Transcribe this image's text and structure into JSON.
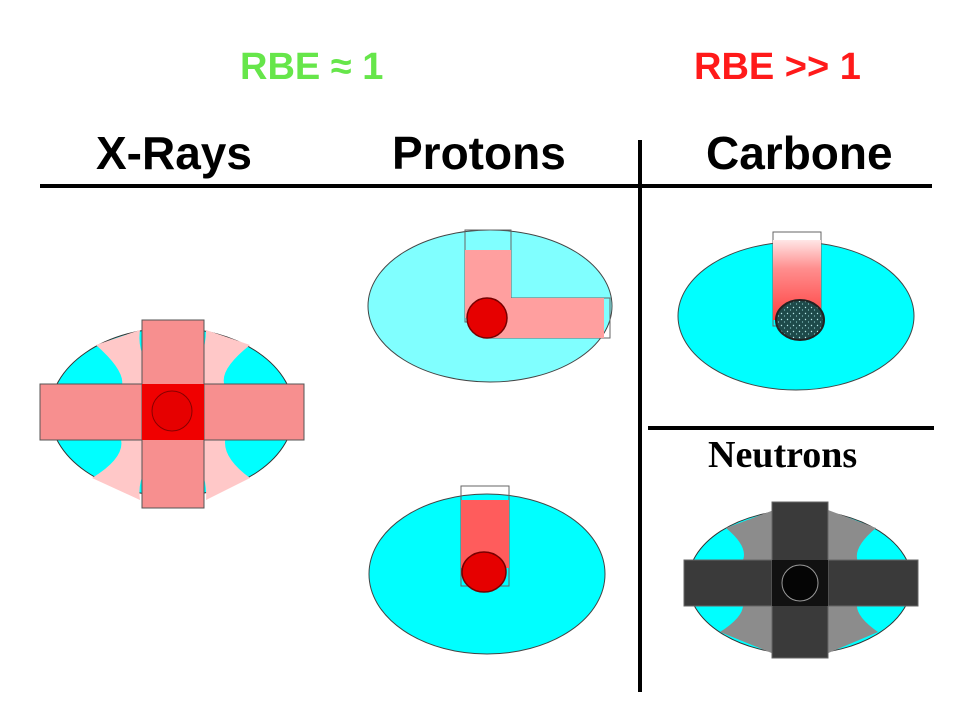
{
  "rbe_low": {
    "label": "RBE ≈ 1",
    "color": "#66e64a"
  },
  "rbe_high": {
    "label": "RBE >> 1",
    "color": "#ff1a1a"
  },
  "columns": {
    "xrays": "X-Rays",
    "protons": "Protons",
    "carbone": "Carbone"
  },
  "neutrons": "Neutrons",
  "colors": {
    "tissue": "#00ffff",
    "tissue_light": "#80ffff",
    "beam_light": "#ff9f9f",
    "beam_mid": "#ff5c5c",
    "target": "#e60000",
    "carbon_target": "#1e4a4a",
    "neutron_dark": "#2a2a2a",
    "neutron_grey": "#8c8c8c"
  }
}
